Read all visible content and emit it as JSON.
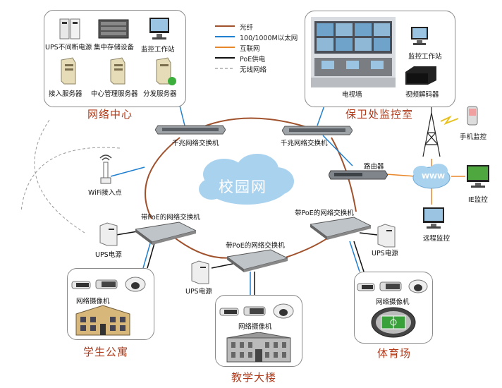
{
  "legend": [
    {
      "label": "光纤",
      "color": "#a0522d",
      "style": "solid"
    },
    {
      "label": "100/1000M以太网",
      "color": "#1f7fd0",
      "style": "solid"
    },
    {
      "label": "互联网",
      "color": "#e8872a",
      "style": "solid"
    },
    {
      "label": "PoE供电",
      "color": "#111111",
      "style": "solid"
    },
    {
      "label": "无线网络",
      "color": "#999999",
      "style": "dashed"
    }
  ],
  "center": {
    "title": "校园网"
  },
  "network_center": {
    "title": "网络中心",
    "devices": [
      "UPS不间断电源",
      "集中存储设备",
      "监控工作站",
      "接入服务器",
      "中心管理服务器",
      "分发服务器"
    ]
  },
  "security_room": {
    "title": "保卫处监控室",
    "devices": [
      "电视墙",
      "监控工作站",
      "视频解码器"
    ]
  },
  "switches": {
    "gigabit_left": "千兆网络交换机",
    "gigabit_right": "千兆网络交换机",
    "poe_left": "带PoE的网络交换机",
    "poe_right": "带PoE的网络交换机",
    "poe_bottom": "带PoE的网络交换机"
  },
  "router": "路由器",
  "wifi": "WiFi接入点",
  "www": "WWW",
  "remote": {
    "phone": "手机监控",
    "ie": "IE监控",
    "remote": "远程监控"
  },
  "ups": {
    "left": "UPS电源",
    "right": "UPS电源",
    "bottom": "UPS电源"
  },
  "cameras": {
    "left": "网络摄像机",
    "bottom": "网络摄像机",
    "right": "网络摄像机"
  },
  "buildings": {
    "dorm": "学生公寓",
    "teaching": "教学大楼",
    "stadium": "体育场"
  },
  "colors": {
    "fiber": "#a0522d",
    "ethernet": "#1f7fd0",
    "internet": "#e8872a",
    "poe": "#111111",
    "title": "#b03a1a"
  }
}
